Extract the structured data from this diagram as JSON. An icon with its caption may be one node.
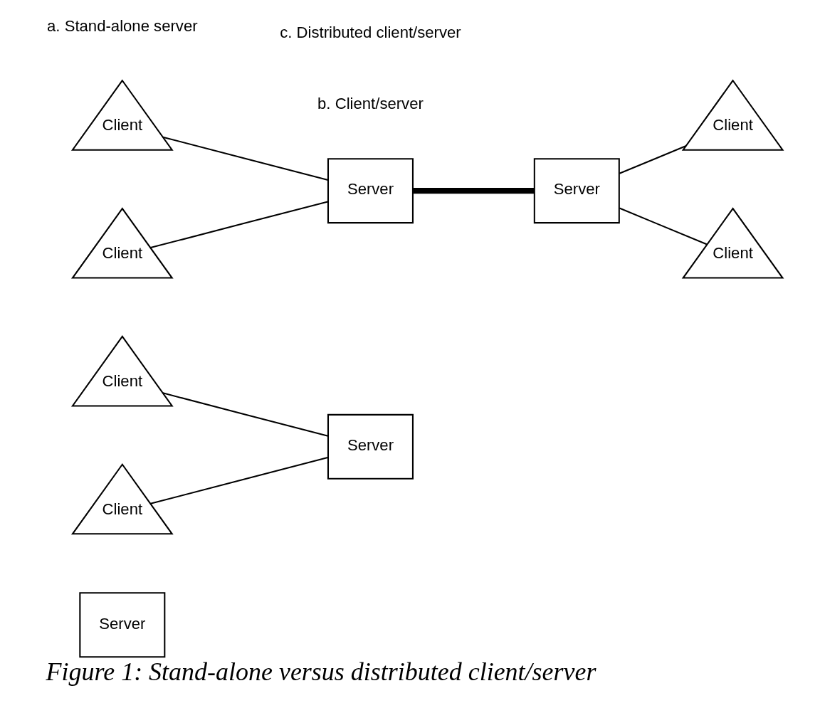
{
  "diagram": {
    "caption": "Figure 1: Stand-alone versus distributed client/server",
    "nodes": [
      {
        "text": [
          "Server"
        ]
      },
      {
        "text": [
          "Client"
        ]
      },
      {
        "text": [
          "Client"
        ]
      },
      {
        "text": [
          "Server"
        ]
      },
      {
        "text": [
          "Client"
        ]
      },
      {
        "text": [
          "Client"
        ]
      },
      {
        "text": [
          "Server"
        ]
      },
      {
        "text": [
          "Server"
        ]
      },
      {
        "text": [
          "Client"
        ]
      },
      {
        "text": [
          "Client"
        ]
      }
    ],
    "edges": [
      {
        "from": 1,
        "to": 3,
        "arrow": "none"
      },
      {
        "from": 2,
        "to": 3,
        "arrow": "none"
      },
      {
        "from": 4,
        "to": 6,
        "arrow": "none"
      },
      {
        "from": 5,
        "to": 6,
        "arrow": "none"
      },
      {
        "from": 6,
        "to": 7,
        "arrow": "none",
        "style": "thick"
      },
      {
        "from": 7,
        "to": 8,
        "arrow": "none"
      },
      {
        "from": 7,
        "to": 9,
        "arrow": "none"
      }
    ],
    "labels": [
      "a. Stand-alone server",
      "b. Client/server",
      "c. Distributed client/server"
    ]
  }
}
